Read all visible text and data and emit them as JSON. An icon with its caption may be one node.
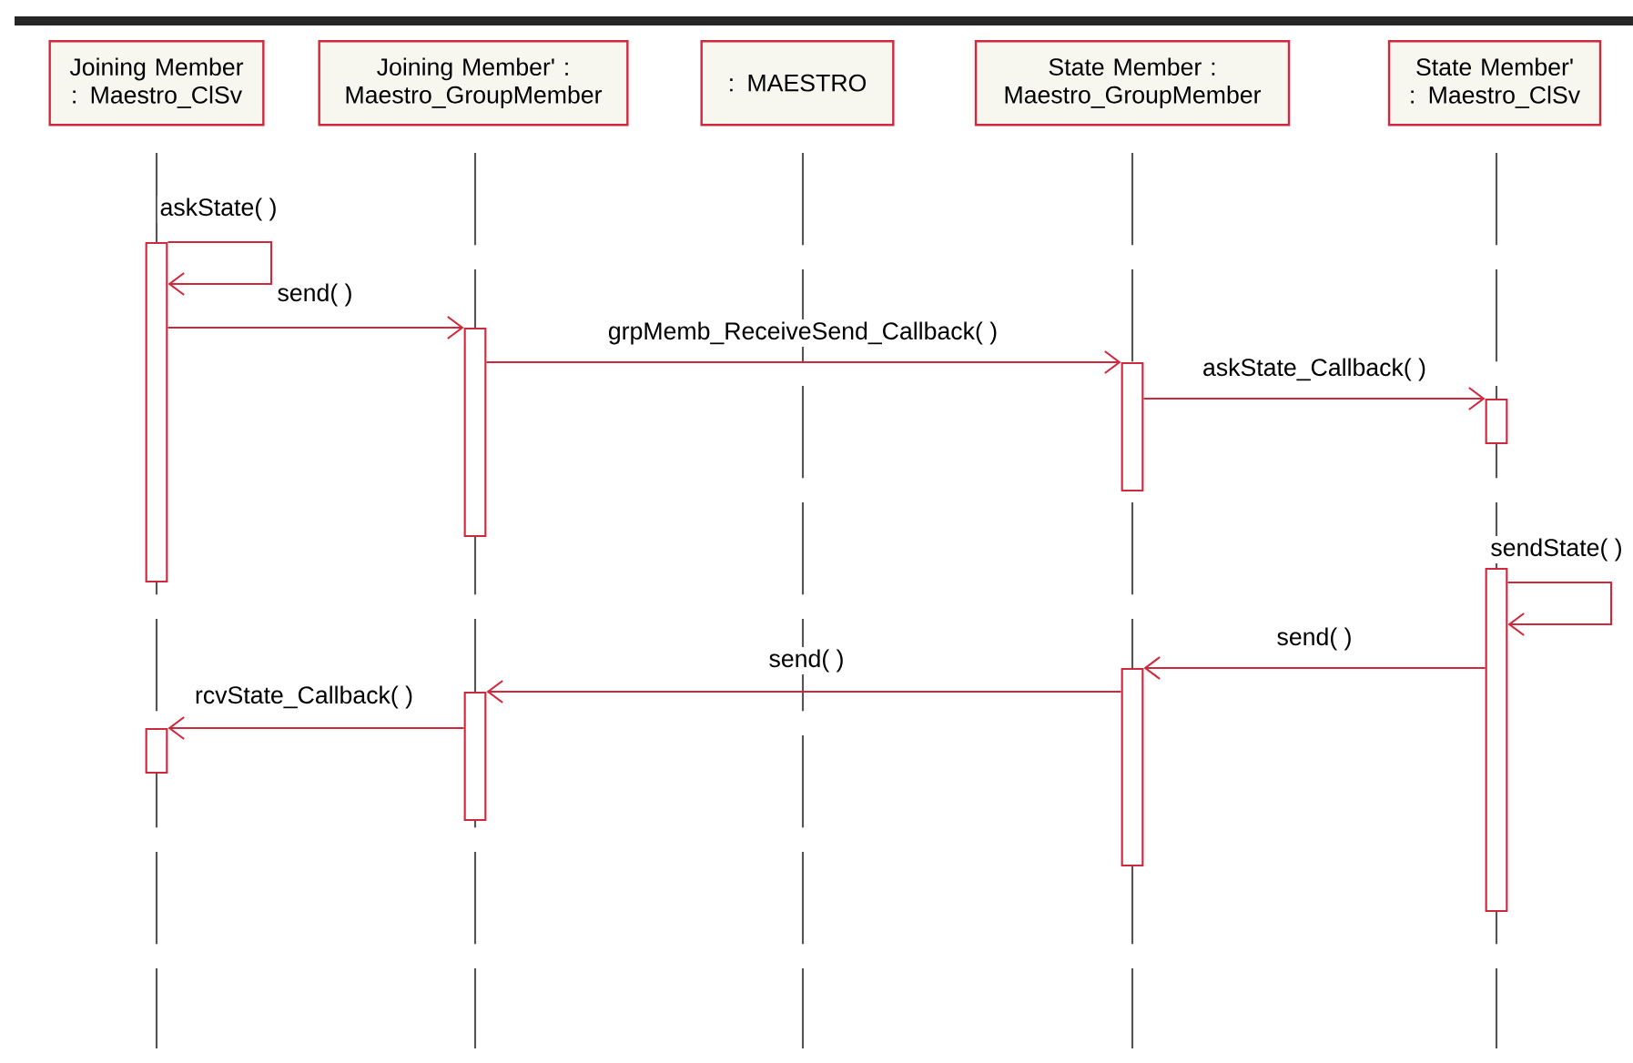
{
  "diagram": {
    "nodes": [
      {
        "text": [
          "Joining Member : Maestro_ClSv"
        ]
      },
      {
        "text": [
          "Joining Member' : Maestro_GroupMember"
        ]
      },
      {
        "text": [
          ": MAESTRO"
        ]
      },
      {
        "text": [
          "State Member : Maestro_GroupMember"
        ]
      },
      {
        "text": [
          "State Member' : Maestro_ClSv"
        ]
      },
      {
        "text": [],
        "shape": "bar"
      },
      {
        "text": [],
        "shape": "bar"
      },
      {
        "text": [],
        "shape": "bar"
      },
      {
        "text": [],
        "shape": "bar"
      },
      {
        "text": [],
        "shape": "bar"
      },
      {
        "text": [],
        "shape": "bar"
      },
      {
        "text": [],
        "shape": "bar"
      },
      {
        "text": [],
        "shape": "bar"
      }
    ],
    "edges": [
      {
        "from": 5,
        "to": 5,
        "arrow": "to",
        "label": "askState( )"
      },
      {
        "from": 5,
        "to": 6,
        "arrow": "to",
        "label": "send( )"
      },
      {
        "from": 6,
        "to": 7,
        "arrow": "to",
        "label": "grpMemb_ReceiveSend_Callback( )"
      },
      {
        "from": 7,
        "to": 8,
        "arrow": "to",
        "label": "askState_Callback( )"
      },
      {
        "from": 9,
        "to": 9,
        "arrow": "to",
        "label": "sendState( )"
      },
      {
        "from": 9,
        "to": 10,
        "arrow": "to",
        "label": "send( )"
      },
      {
        "from": 10,
        "to": 11,
        "arrow": "to",
        "label": "send( )"
      },
      {
        "from": 11,
        "to": 12,
        "arrow": "to",
        "label": "rcvState_Callback( )"
      }
    ]
  }
}
